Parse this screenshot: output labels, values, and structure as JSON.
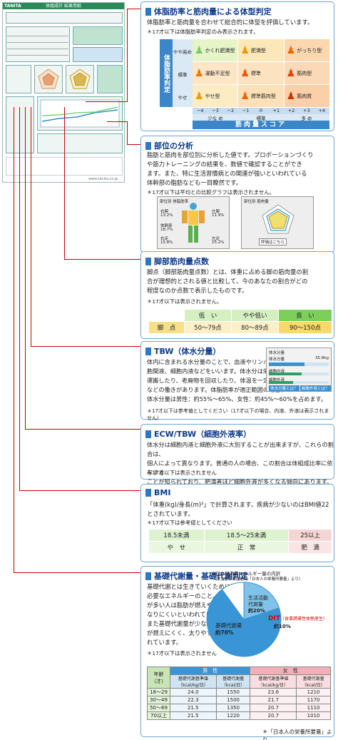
{
  "sheet": {
    "logo": "TANITA",
    "title": "体組成計 結果用紙",
    "footer": "www.tanita.co.jp"
  },
  "sec1": {
    "title": "体脂肪率と筋肉量による体型判定",
    "text": "体脂肪率と筋肉量を合わせて総合的に体型を評価しています。",
    "note": "＊17才以下は体脂肪率判定のみ表示されます。",
    "yaxis": "体脂肪率判定",
    "ylabels": [
      "やや高め",
      "標準",
      "やせ"
    ],
    "cells": [
      [
        "かくれ肥満型",
        "肥満型",
        "がっちり型"
      ],
      [
        "運動不足型",
        "標準",
        "筋肉型"
      ],
      [
        "やせ型",
        "標準筋肉型",
        "筋肉質"
      ]
    ],
    "scale": [
      "−4",
      "−3",
      "−2",
      "−1",
      "0",
      "+1",
      "+2",
      "+3",
      "+4"
    ],
    "xlabels": [
      "少な め",
      "標準",
      "多 め"
    ],
    "xaxis": "筋肉量スコア"
  },
  "sec2": {
    "title": "部位の分析",
    "text": [
      "脂肪と筋肉を部位別に分析した値です。プロポーションづくり",
      "や筋力トレーニングの結果を、数値で確認することができ",
      "ます。また、特に生活習慣病との関連が強いといわれている",
      "体幹部の脂肪なども一目瞭然です。"
    ],
    "note": "＊17才以下は平均との比較グラフは表示されません。",
    "p1": {
      "t": "部位別 体脂肪率",
      "a": "右腕",
      "b": "左腕",
      "c": "体幹部",
      "d": "右足",
      "e": "左足",
      "v": [
        "13.2%",
        "11.9%",
        "18.7%",
        "15.8%",
        "15.2%"
      ]
    },
    "p2": {
      "t": "部位別 筋肉量",
      "lbl": "評価はこちら"
    }
  },
  "sec3": {
    "title": "脚部筋肉量点数",
    "text": [
      "脚点（脚部筋肉量点数）とは、体重に占める脚の筋肉量の割",
      "合が理想的とされる値と比較して、今のあなたの割合がどの",
      "程度なのか点数で表示したものです。"
    ],
    "note": "＊17才以下は表示されません。",
    "head": [
      "低　い",
      "やや低い",
      "良　い"
    ],
    "rowlabel": "脚　点",
    "row": [
      "50〜79点",
      "80〜89点",
      "90〜150点"
    ]
  },
  "sec4": {
    "title": "TBW（体水分量）",
    "text": [
      "体内に含まれる水分量のことで、血液やリンパ液、細",
      "胞間液、細胞内液などをいいます。体水分は栄養分を",
      "運搬したり、老廃物を回収したり、体温を一定に保つ",
      "などの働きがあります。体脂肪率が適正範囲の場合、",
      "体水分量は男性：約55%〜65%、女性：約45%〜60%を占めます。"
    ],
    "note": "＊17才以下は参考値としてください（17才以下の場合、内液、外液は表示されません）",
    "panel": {
      "t": "体水分量",
      "r1": "体水分量",
      "v1": "35.8kg",
      "r2": "細胞内液",
      "r3": "細胞外液",
      "b1": "体水分量とは？",
      "b2": "細胞外液とは？"
    }
  },
  "sec5": {
    "title": "ECW/TBW（細胞外液率）",
    "text": [
      "体水分は細胞内液と細胞外液に大別することが出来ますが、これらの割合は、",
      "個人によって異なります。普通の人の場合、この割合は体組成比率に依存する",
      "ことが知られており、肥満者ほど細胞外液が多くなる傾向にあります。"
    ],
    "note": "＊17才以下は表示されません"
  },
  "sec6": {
    "title": "BMI",
    "text": "「体重(kg)/身長(m)²」で計算されます。疾病が少ないのはBMI値22とされています。",
    "note": "＊17才以下は参考値としてください",
    "r1": [
      "18.5未満",
      "18.5〜25未満",
      "25以上"
    ],
    "r2": [
      "や　せ",
      "正　常",
      "肥　満"
    ]
  },
  "sec7": {
    "title": "基礎代謝量・基礎代謝判定",
    "text": [
      "基礎代謝とは生きていくために最低限",
      "必要なエネルギーのこと。基礎代謝量",
      "が多い人は脂肪が燃えやすく肥満に",
      "なりにくいといわれています。",
      "また基礎代謝量が少ない人は脂肪",
      "が燃えにくく、太りやすいといわ",
      "れています。"
    ],
    "note": "＊17才以下は表示されません",
    "pie": {
      "t1": "1日の総消費エネルギー量の内訳",
      "t2": "（厚生省保健医療局「日本人の栄養所要量」より）",
      "s1": "生活活動代謝量",
      "s1v": "約20%",
      "s2": "基礎代謝量",
      "s2v": "約70%",
      "s3": "DIT",
      "s3d": "（食事誘導性体熱産生）",
      "s3v": "約10%",
      "values": [
        20,
        70,
        10
      ],
      "colors": [
        "#7fc3ea",
        "#3a95d6",
        "#ffffff"
      ]
    },
    "table": {
      "age": "年齢（才）",
      "male": "男　性",
      "female": "女　性",
      "c1": "基礎代謝基準値（kcal/kg/日）",
      "c2": "基礎代謝量（kcal/日）",
      "rows": [
        [
          "18〜29",
          "24.0",
          "1550",
          "23.6",
          "1210"
        ],
        [
          "30〜49",
          "22.3",
          "1500",
          "21.7",
          "1170"
        ],
        [
          "50〜69",
          "21.5",
          "1350",
          "20.7",
          "1110"
        ],
        [
          "70以上",
          "21.5",
          "1220",
          "20.7",
          "1010"
        ]
      ]
    },
    "src": "＊「日本人の栄養所要量」より"
  }
}
